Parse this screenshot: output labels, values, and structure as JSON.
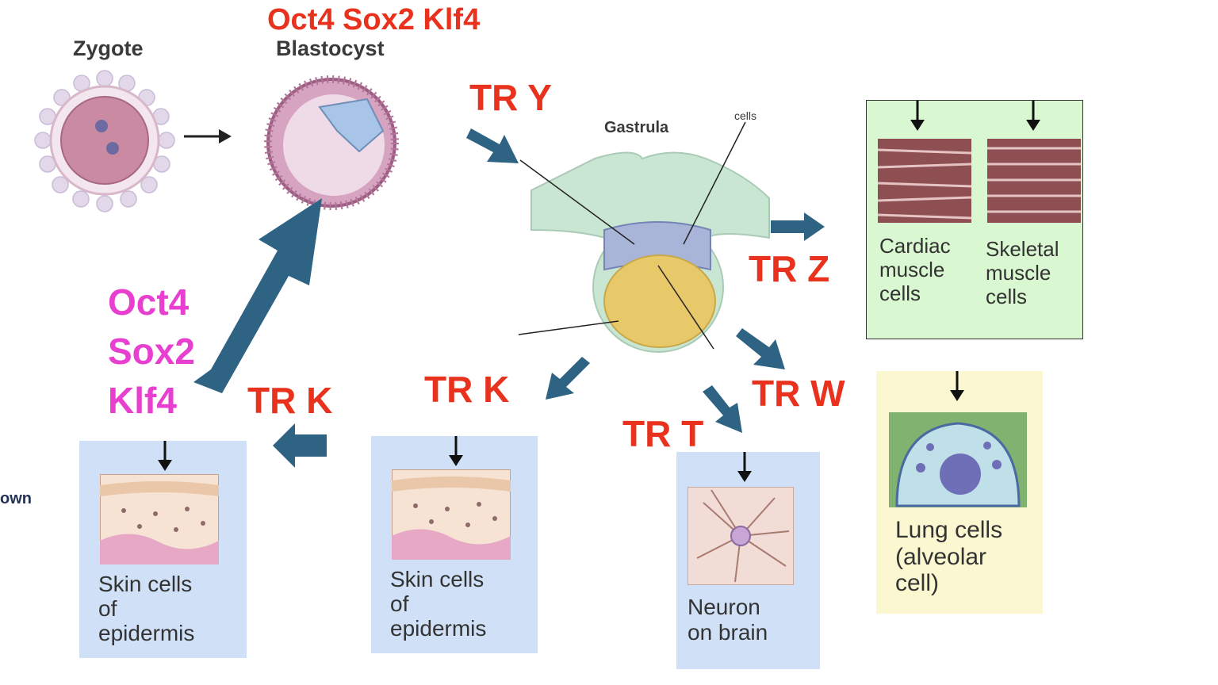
{
  "labels": {
    "zygote": "Zygote",
    "blastocyst": "Blastocyst",
    "gastrula": "Gastrula",
    "gastrula_cut": "cells",
    "factors_top": "Oct4 Sox2 Klf4",
    "factors_left": [
      "Oct4",
      "Sox2",
      "Klf4"
    ],
    "side_fragment": "own"
  },
  "transcription_regulators": {
    "tr_y": "TR Y",
    "tr_z": "TR Z",
    "tr_w": "TR W",
    "tr_t": "TR T",
    "tr_k_mid": "TR K",
    "tr_k_left": "TR K"
  },
  "cells": {
    "cardiac": [
      "Cardiac",
      "muscle",
      "cells"
    ],
    "skeletal": [
      "Skeletal",
      "muscle",
      "cells"
    ],
    "lung": [
      "Lung cells",
      "(alveolar",
      "cell)"
    ],
    "neuron": [
      "Neuron",
      "on brain"
    ],
    "skin_mid": [
      "Skin cells",
      "of",
      "epidermis"
    ],
    "skin_left": [
      "Skin cells",
      "of",
      "epidermis"
    ]
  },
  "colors": {
    "tr_red": "#e8321e",
    "magenta": "#e83fd0",
    "arrow_blue": "#2f6384",
    "muscle_panel": "#d9f7d0",
    "lung_panel": "#fbf7d1",
    "skin_panel": "#cfe0f7",
    "neuron_panel": "#cfe0f7"
  }
}
